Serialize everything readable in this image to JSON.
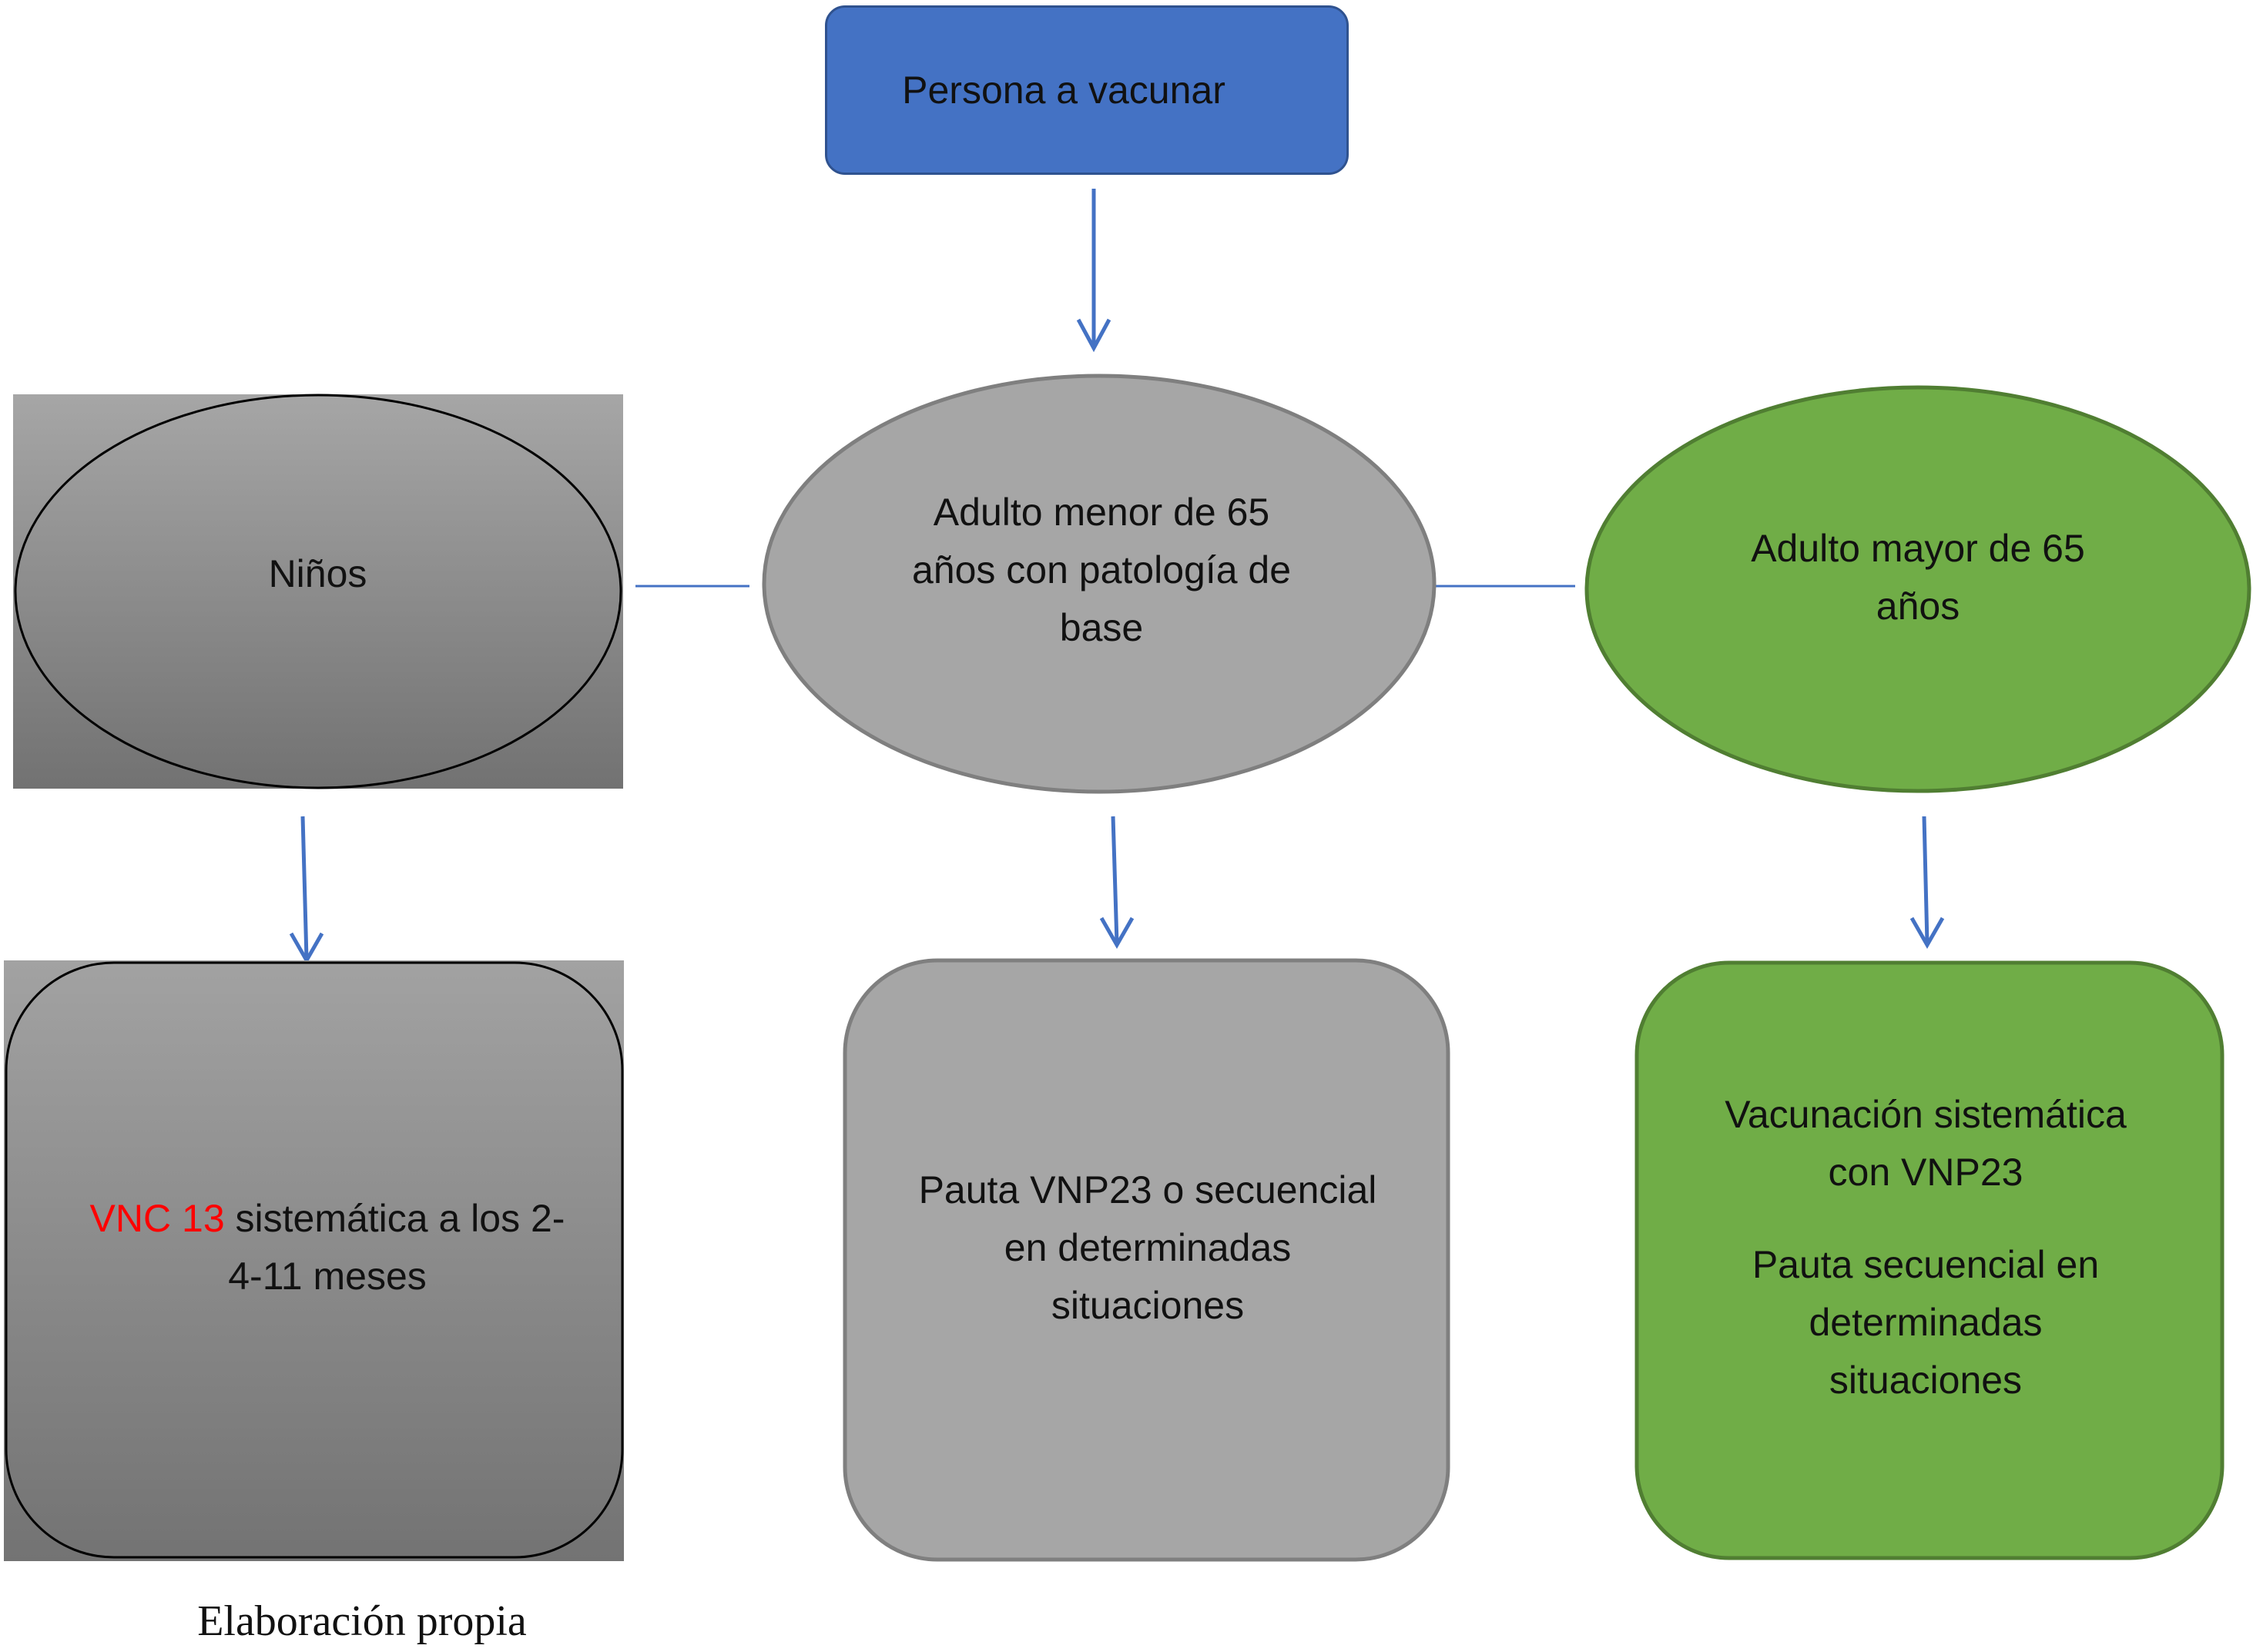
{
  "diagram": {
    "start": {
      "label": "Persona a vacunar"
    },
    "groups": [
      {
        "id": "children",
        "label_lines": [
          "Niños"
        ],
        "result": {
          "highlight": "VNC 13",
          "line1_rest": " sistemática a los 2-",
          "line2": "4-11 meses"
        }
      },
      {
        "id": "adult-under-65",
        "label_lines": [
          "Adulto menor de 65",
          "años con patología de",
          "base"
        ],
        "result": {
          "lines": [
            "Pauta VNP23 o secuencial",
            "en determinadas",
            "situaciones"
          ]
        }
      },
      {
        "id": "adult-over-65",
        "label_lines": [
          "Adulto mayor de 65",
          "años"
        ],
        "result": {
          "paragraph1": [
            "Vacunación sistemática",
            "con VNP23"
          ],
          "paragraph2": [
            "Pauta secuencial en",
            "determinadas",
            "situaciones"
          ]
        }
      }
    ],
    "caption": "Elaboración propia",
    "colors": {
      "start_fill": "#4472c4",
      "start_border": "#2f528f",
      "arrow": "#4472c4",
      "grey_fill": "#a6a6a6",
      "grey_border": "#7f7f7f",
      "green_fill": "#70ad47",
      "green_border": "#507e32",
      "highlight_text": "#ff0000"
    }
  }
}
